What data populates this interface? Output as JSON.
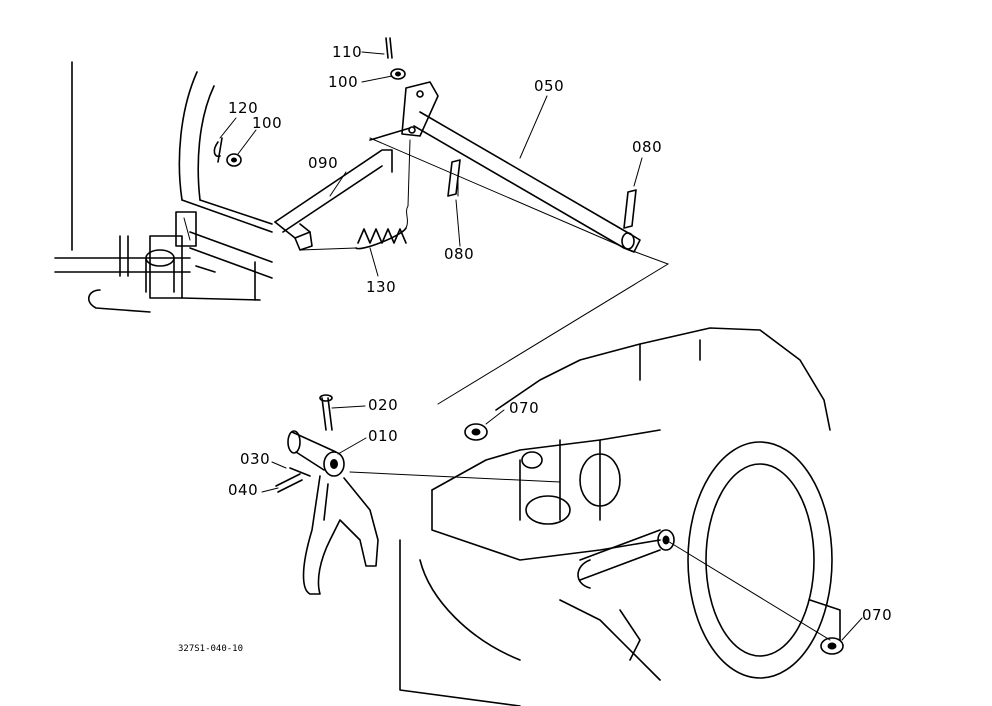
{
  "diagram": {
    "drawing_code": "327S1-040-10",
    "callouts": {
      "p110": "110",
      "p100_top": "100",
      "p120": "120",
      "p100_left": "100",
      "p050": "050",
      "p090": "090",
      "p080_right": "080",
      "p080_mid": "080",
      "p130": "130",
      "p020": "020",
      "p070_top": "070",
      "p010": "010",
      "p030": "030",
      "p040": "040",
      "p070_bottom": "070"
    }
  }
}
